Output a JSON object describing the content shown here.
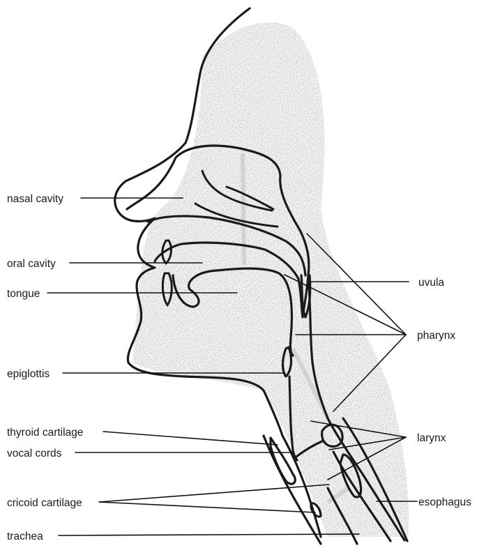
{
  "labels": {
    "nasal_cavity": "nasal cavity",
    "oral_cavity": "oral cavity",
    "tongue": "tongue",
    "epiglottis": "epiglottis",
    "thyroid_cartilage": "thyroid cartilage",
    "vocal_cords": "vocal cords",
    "cricoid_cartilage": "cricoid cartilage",
    "trachea": "trachea",
    "uvula": "uvula",
    "pharynx": "pharynx",
    "larynx": "larynx",
    "esophagus": "esophagus"
  },
  "colors": {
    "ink": "#1a1a1a",
    "shading": "#9a9a9a",
    "background": "#ffffff"
  }
}
